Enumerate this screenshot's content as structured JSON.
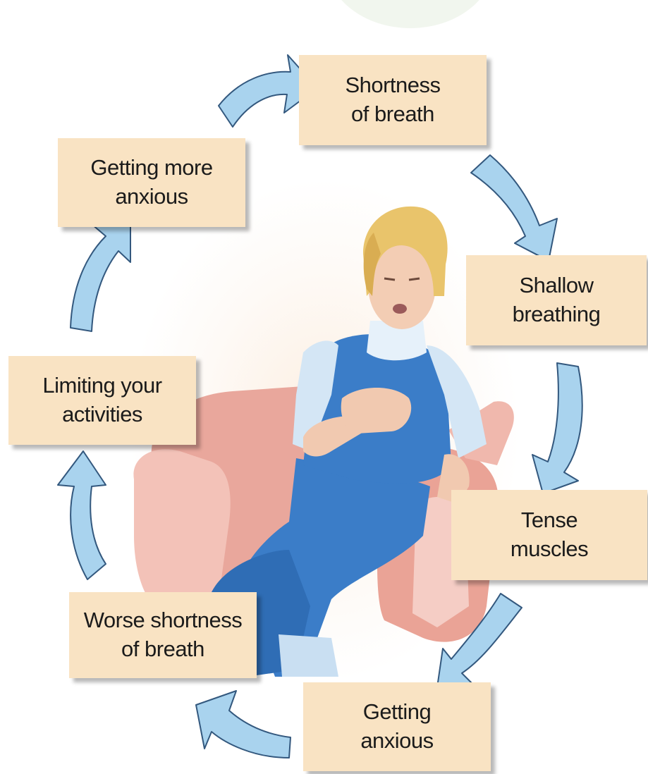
{
  "diagram": {
    "steps": [
      {
        "id": "shortness-of-breath",
        "label": "Shortness\nof breath"
      },
      {
        "id": "shallow-breathing",
        "label": "Shallow\nbreathing"
      },
      {
        "id": "tense-muscles",
        "label": "Tense\nmuscles"
      },
      {
        "id": "getting-anxious",
        "label": "Getting\nanxious"
      },
      {
        "id": "worse-shortness-of-breath",
        "label": "Worse shortness\nof breath"
      },
      {
        "id": "limiting-your-activities",
        "label": "Limiting your\nactivities"
      },
      {
        "id": "getting-more-anxious",
        "label": "Getting more\nanxious"
      }
    ],
    "colors": {
      "box_fill": "#f9e3c3",
      "arrow_fill": "#a9d3ee",
      "arrow_stroke": "#33587e",
      "dress": "#3b7dc8",
      "chair": "#e9a79c"
    },
    "illustration": "woman-in-armchair-holding-chest"
  }
}
